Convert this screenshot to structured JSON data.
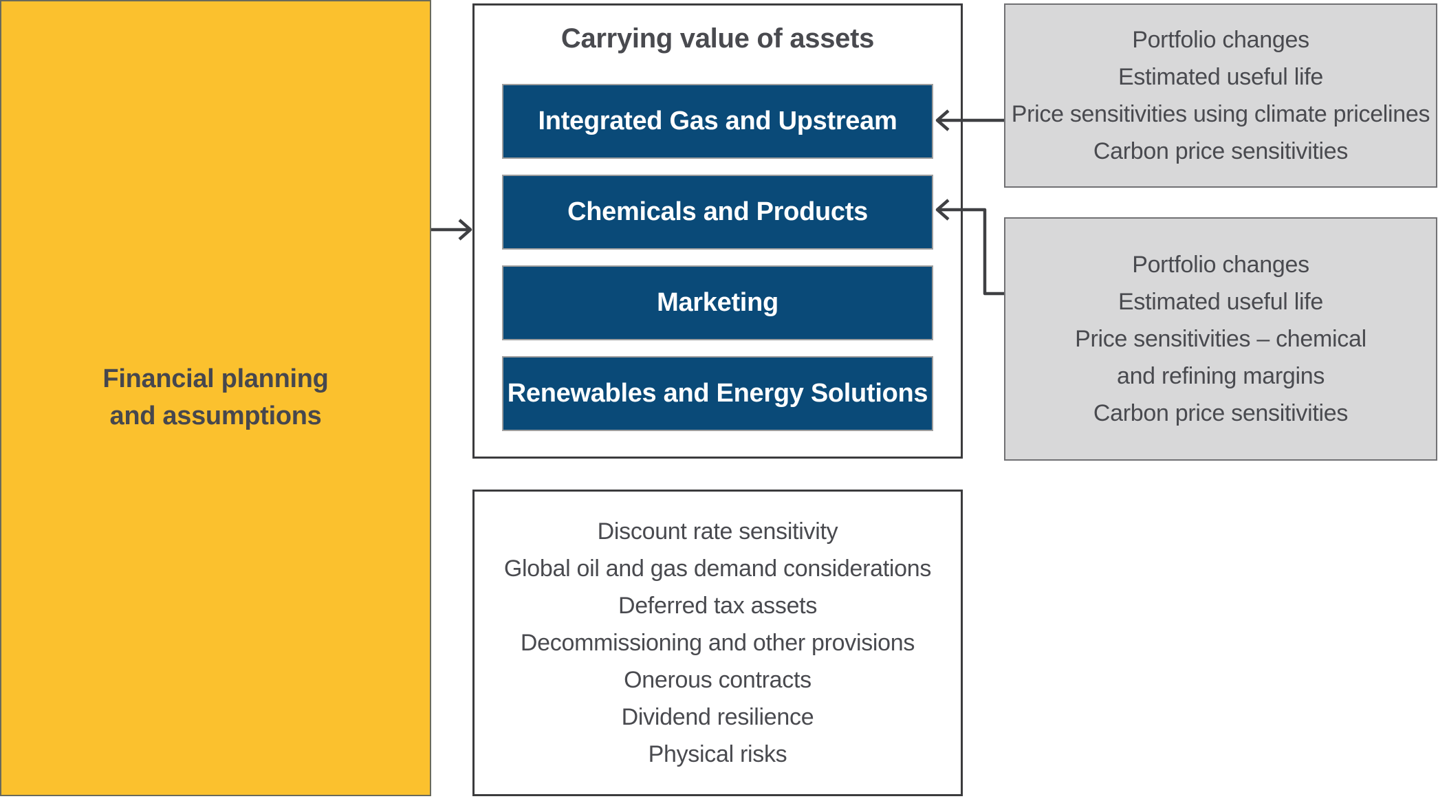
{
  "colors": {
    "yellow": "#FBC12E",
    "segment_blue": "#0A4A78",
    "gray_fill": "#D8D8D9",
    "gray_border": "#707073",
    "panel_border": "#3B3B3D",
    "text_dark": "#494A4F",
    "arrow": "#3F4043"
  },
  "financial_box": {
    "label": "Financial planning\nand assumptions"
  },
  "carrying_panel": {
    "title": "Carrying value of assets",
    "segments": [
      {
        "label": "Integrated Gas and Upstream"
      },
      {
        "label": "Chemicals and Products"
      },
      {
        "label": "Marketing"
      },
      {
        "label": "Renewables and Energy Solutions"
      }
    ]
  },
  "considerations_panel": {
    "items": [
      "Discount rate sensitivity",
      "Global oil and gas demand considerations",
      "Deferred tax assets",
      "Decommissioning and other provisions",
      "Onerous contracts",
      "Dividend resilience",
      "Physical risks"
    ]
  },
  "upstream_factors_box": {
    "items": [
      "Portfolio changes",
      "Estimated useful life",
      "Price sensitivities using climate pricelines",
      "Carbon price sensitivities"
    ]
  },
  "chemicals_factors_box": {
    "items": [
      "Portfolio changes",
      "Estimated useful life",
      "Price sensitivities – chemical\nand refining margins",
      "Carbon price sensitivities"
    ]
  }
}
